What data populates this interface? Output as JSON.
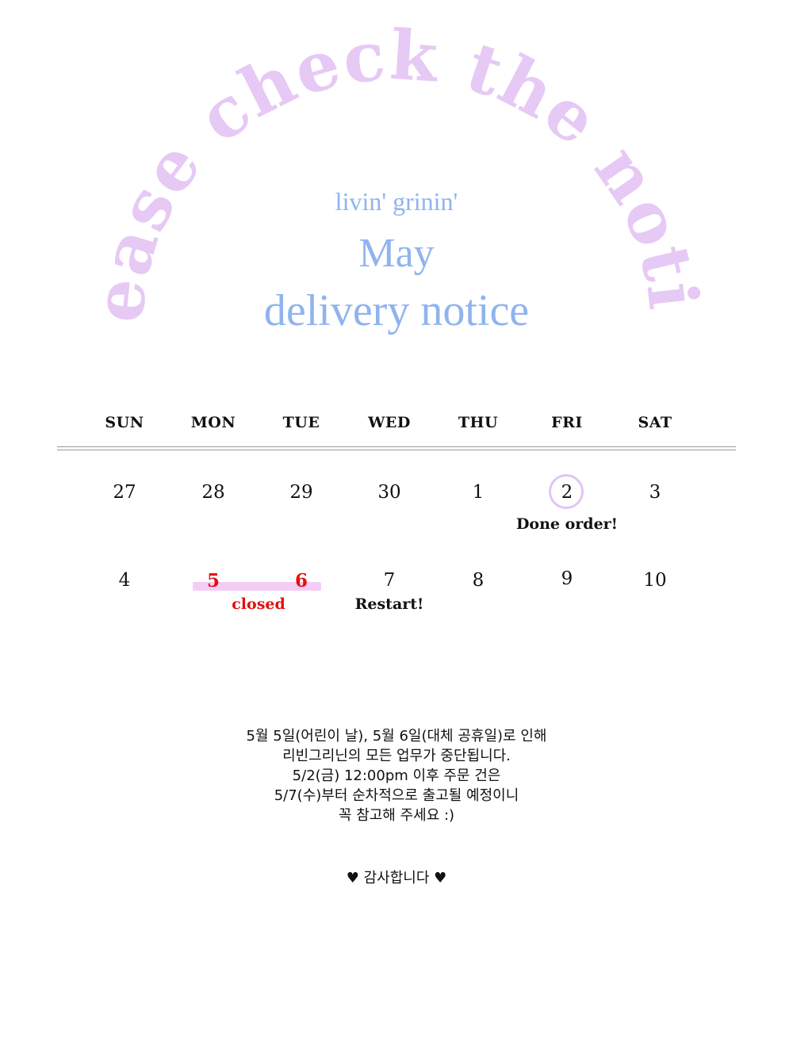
{
  "header": {
    "arc_text": "please check the notice",
    "brand": "livin' grinin'",
    "month": "May",
    "title": "delivery notice"
  },
  "calendar": {
    "weekdays": [
      "SUN",
      "MON",
      "TUE",
      "WED",
      "THU",
      "FRI",
      "SAT"
    ],
    "week1": [
      "27",
      "28",
      "29",
      "30",
      "1",
      "2",
      "3"
    ],
    "week2": [
      "4",
      "5",
      "6",
      "7",
      "8",
      "9",
      "10"
    ],
    "notes": {
      "done_order": "Done order!",
      "closed": "closed",
      "restart": "Restart!"
    }
  },
  "notice": {
    "lines": [
      "5월 5일(어린이 날), 5월 6일(대체 공휴일)로 인해",
      "리빈그리닌의 모든 업무가 중단됩니다.",
      "5/2(금) 12:00pm 이후 주문 건은",
      "5/7(수)부터 순차적으로 출고될 예정이니",
      "꼭 참고해 주세요 :)"
    ],
    "thanks": "♥ 감사합니다 ♥"
  },
  "colors": {
    "arc": "#e6c9f4",
    "brand": "#8fb4ee",
    "closed_red": "#e01010",
    "closed_bar": "#f4cdf5"
  }
}
